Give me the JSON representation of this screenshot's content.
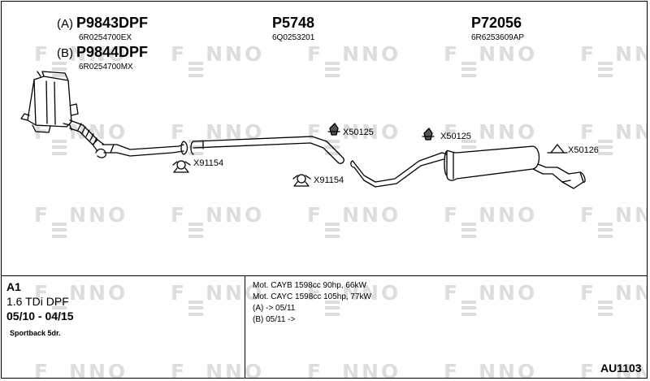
{
  "brand": {
    "watermark": "FENNO"
  },
  "parts": [
    {
      "prefix": "(A)",
      "number": "P9843DPF",
      "oe": "6R0254700EX"
    },
    {
      "prefix": "(B)",
      "number": "P9844DPF",
      "oe": "6R0254700MX"
    },
    {
      "prefix": "",
      "number": "P5748",
      "oe": "6Q0253201"
    },
    {
      "prefix": "",
      "number": "P72056",
      "oe": "6R6253609AP"
    }
  ],
  "clamps": {
    "x91154_a": "X91154",
    "x91154_b": "X91154",
    "x50125_a": "X50125",
    "x50125_b": "X50125",
    "x50126": "X50126"
  },
  "vehicle": {
    "model": "A1",
    "engine": "1.6 TDi DPF",
    "years": "05/10 - 04/15",
    "body": "Sportback 5dr."
  },
  "notes": [
    "Mot. CAYB 1598cc 90hp, 66kW",
    "Mot. CAYC 1598cc 105hp, 77kW",
    "(A) -> 05/11",
    "(B) 05/11 ->"
  ],
  "diagram_code": "AU1103",
  "colors": {
    "line": "#000000",
    "watermark": "#dddddd"
  }
}
